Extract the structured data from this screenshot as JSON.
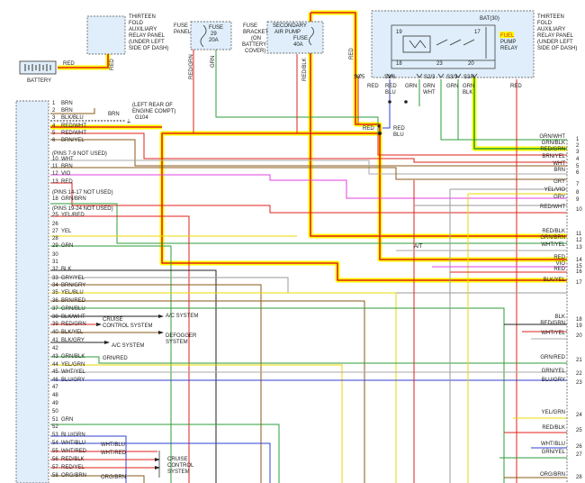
{
  "colors": {
    "highlight_outer": "#ffff00",
    "wire_red": "#e0201b",
    "wire_green": "#2e9e3a",
    "wire_brown": "#8a5a1a",
    "wire_blue": "#3040d0",
    "wire_violet": "#e040e0",
    "wire_gray": "#9a9a9a",
    "wire_yellow": "#e8d800",
    "wire_black": "#222222",
    "connector_fill": "#dfeefa"
  },
  "components": {
    "battery": "BATTERY",
    "battery_wire": "RED",
    "relay_panel_left": [
      "THIRTEEN",
      "FOLD",
      "AUXILIARY",
      "RELAY PANEL",
      "(UNDER LEFT",
      "SIDE OF DASH)"
    ],
    "fuse_panel_label": [
      "FUSE",
      "PANEL"
    ],
    "fuse_29": [
      "FUSE",
      "29",
      "20A"
    ],
    "fuse_bracket": [
      "FUSE",
      "BRACKET",
      "(ON",
      "BATTERY",
      "COVER)"
    ],
    "air_pump_fuse": [
      "SECONDARY",
      "AIR PUMP",
      "FUSE",
      "40A"
    ],
    "relay_panel_right": [
      "THIRTEEN",
      "FOLD",
      "AUXILIARY",
      "RELAY PANEL",
      "(UNDER LEFT",
      "SIDE OF DASH)"
    ],
    "fuel_pump_relay": [
      "FUEL",
      "PUMP",
      "RELAY"
    ],
    "bat30": "BAT(30)",
    "relay_pins": {
      "p19": "19",
      "p17": "17",
      "p18": "18",
      "p23": "23",
      "p20": "20"
    },
    "relay_sub": [
      "S3/5",
      "S3/6",
      "S2/3",
      "S3/3",
      "S3/4"
    ],
    "relay_sub_wires": [
      [
        "RED",
        "BLU"
      ],
      [
        "GRN"
      ],
      [
        "GRN",
        "WHT"
      ],
      [
        "GRN"
      ],
      [
        "GRN",
        "BLK"
      ]
    ],
    "relay_bottom_wires": [
      "RED",
      "RED"
    ],
    "vertical_wires": {
      "redgrn": "RED/GRN",
      "grn": "GRN",
      "redblk": "RED/BLK",
      "red": "RED",
      "ru": "RED",
      "rl": "RED",
      "rblu": "BLU"
    },
    "ground": [
      "(LEFT REAR OF",
      "ENGINE COMPT)",
      "G104"
    ],
    "ground_wire": "BRN",
    "at_label": "A/T"
  },
  "left_pins": [
    {
      "n": "1",
      "c": "BRN"
    },
    {
      "n": "2",
      "c": "BRN"
    },
    {
      "n": "3",
      "c": "BLK/BLU"
    },
    {
      "n": "4",
      "c": "RED/WHT"
    },
    {
      "n": "5",
      "c": "RED/WHT"
    },
    {
      "n": "6",
      "c": "BRN/YEL"
    },
    {
      "n": "",
      "c": "(PINS 7-9 NOT USED)"
    },
    {
      "n": "10",
      "c": "WHT"
    },
    {
      "n": "11",
      "c": "BRN"
    },
    {
      "n": "12",
      "c": "VIO"
    },
    {
      "n": "13",
      "c": "RED"
    },
    {
      "n": "",
      "c": "(PINS 14-17 NOT USED)"
    },
    {
      "n": "18",
      "c": "GRN/BRN"
    },
    {
      "n": "",
      "c": "(PINS 19-24 NOT USED)"
    },
    {
      "n": "25",
      "c": "YEL/RED"
    },
    {
      "n": "26",
      "c": ""
    },
    {
      "n": "27",
      "c": "YEL"
    },
    {
      "n": "28",
      "c": ""
    },
    {
      "n": "29",
      "c": "GRN"
    },
    {
      "n": "30",
      "c": ""
    },
    {
      "n": "31",
      "c": ""
    },
    {
      "n": "32",
      "c": "BLK"
    },
    {
      "n": "33",
      "c": "GRY/YEL"
    },
    {
      "n": "34",
      "c": "BRN/GRY"
    },
    {
      "n": "35",
      "c": "YEL/BLU"
    },
    {
      "n": "36",
      "c": "BRN/RED"
    },
    {
      "n": "37",
      "c": "GRN/BLU"
    },
    {
      "n": "38",
      "c": "BLK/WHT"
    },
    {
      "n": "39",
      "c": "RED/GRN"
    },
    {
      "n": "40",
      "c": "BLK/YEL"
    },
    {
      "n": "41",
      "c": "BLK/GRY"
    },
    {
      "n": "42",
      "c": ""
    },
    {
      "n": "43",
      "c": "GRN/BLK"
    },
    {
      "n": "44",
      "c": "YEL/GRN"
    },
    {
      "n": "45",
      "c": "WHT/YEL"
    },
    {
      "n": "46",
      "c": "BLU/GRY"
    },
    {
      "n": "47",
      "c": ""
    },
    {
      "n": "48",
      "c": ""
    },
    {
      "n": "49",
      "c": ""
    },
    {
      "n": "50",
      "c": ""
    },
    {
      "n": "51",
      "c": "GRN"
    },
    {
      "n": "52",
      "c": ""
    },
    {
      "n": "53",
      "c": "BLU/GRN"
    },
    {
      "n": "54",
      "c": "WHT/BLU"
    },
    {
      "n": "55",
      "c": "WHT/RED"
    },
    {
      "n": "56",
      "c": "RED/BLK"
    },
    {
      "n": "57",
      "c": "RED/YEL"
    },
    {
      "n": "58",
      "c": "ORG/BRN"
    }
  ],
  "mid_labels": {
    "ac1": "A/C SYSTEM",
    "cruise1": [
      "CRUISE",
      "CONTROL SYSTEM"
    ],
    "defog": [
      "DEFOGGER",
      "SYSTEM"
    ],
    "ac2": "A/C SYSTEM",
    "grnred": "GRN/RED",
    "whtblu": "WHT/BLU",
    "whtred": "WHT/RED",
    "cruise2": [
      "CRUISE",
      "CONTROL",
      "SYSTEM"
    ],
    "orgbrn": "ORG/BRN",
    "redblu_mid": [
      "RED",
      "BLU"
    ],
    "red_mid": "RED"
  },
  "right_pins": [
    {
      "n": "1",
      "c": "GRN/WHT"
    },
    {
      "n": "2",
      "c": "GRN/BLK"
    },
    {
      "n": "3",
      "c": "RED/GRN"
    },
    {
      "n": "4",
      "c": "BRN/YEL"
    },
    {
      "n": "5",
      "c": "WHT"
    },
    {
      "n": "6",
      "c": "BRN"
    },
    {
      "n": "7",
      "c": "GRY"
    },
    {
      "n": "8",
      "c": "YEL/VIO"
    },
    {
      "n": "9",
      "c": "GRY"
    },
    {
      "n": "10",
      "c": "RED/WHT"
    },
    {
      "n": "11",
      "c": "RED/BLK"
    },
    {
      "n": "12",
      "c": "GRN/BRN"
    },
    {
      "n": "13",
      "c": "WHT/YEL"
    },
    {
      "n": "14",
      "c": "RED"
    },
    {
      "n": "15",
      "c": "VIO"
    },
    {
      "n": "16",
      "c": "RED"
    },
    {
      "n": "17",
      "c": "BLK/YEL"
    },
    {
      "n": "18",
      "c": "BLK"
    },
    {
      "n": "19",
      "c": "RED/GRN"
    },
    {
      "n": "20",
      "c": "WHT/YEL"
    },
    {
      "n": "21",
      "c": "GRN/RED"
    },
    {
      "n": "22",
      "c": "GRN/YEL"
    },
    {
      "n": "23",
      "c": "BLU/GRY"
    },
    {
      "n": "24",
      "c": "YEL/GRN"
    },
    {
      "n": "25",
      "c": "RED/BLK"
    },
    {
      "n": "26",
      "c": "WHT/BLU"
    },
    {
      "n": "27",
      "c": "GRN/YEL"
    },
    {
      "n": "28",
      "c": "ORG/BRN"
    }
  ]
}
